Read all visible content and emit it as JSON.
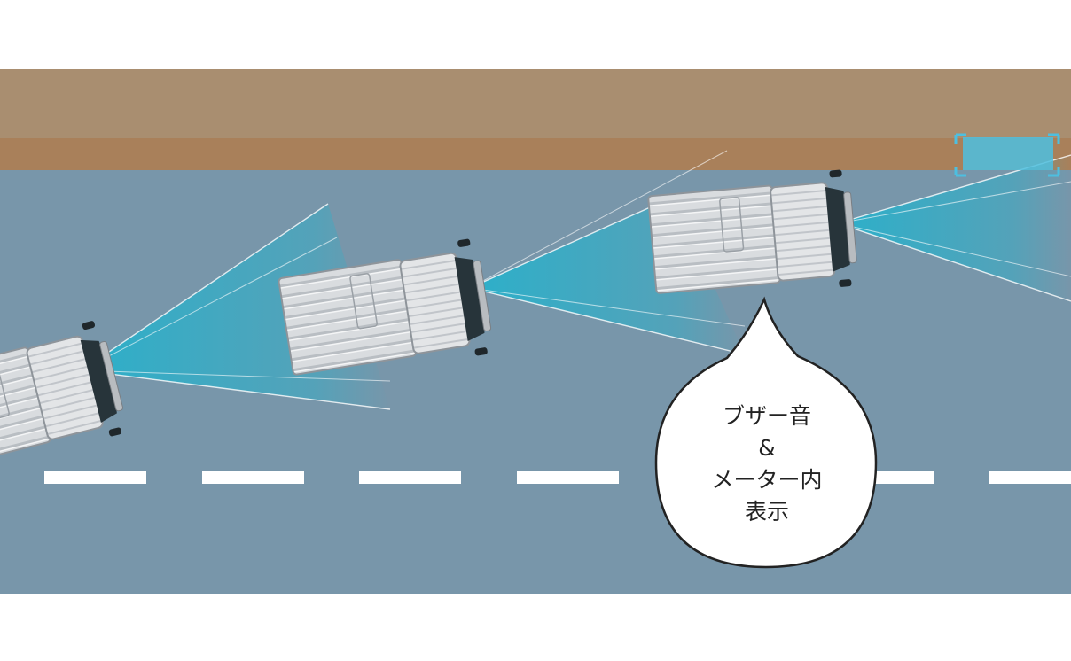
{
  "colors": {
    "background": "#ffffff",
    "verge_upper": "#a98e70",
    "verge_lower": "#a9805a",
    "road": "#7896aa",
    "lane_marking": "#ffffff",
    "sensor_beam": "#1fb4cf",
    "truck_body": "#d7dadd",
    "truck_cab_window": "#27343a",
    "target_box": "#4dbfe0"
  },
  "icons": [
    "truck-top-view",
    "sensor-beam",
    "speech-bubble",
    "target-marker"
  ],
  "callout": {
    "lines": [
      "ブザー音",
      "&",
      "メーター内",
      "表示"
    ]
  }
}
